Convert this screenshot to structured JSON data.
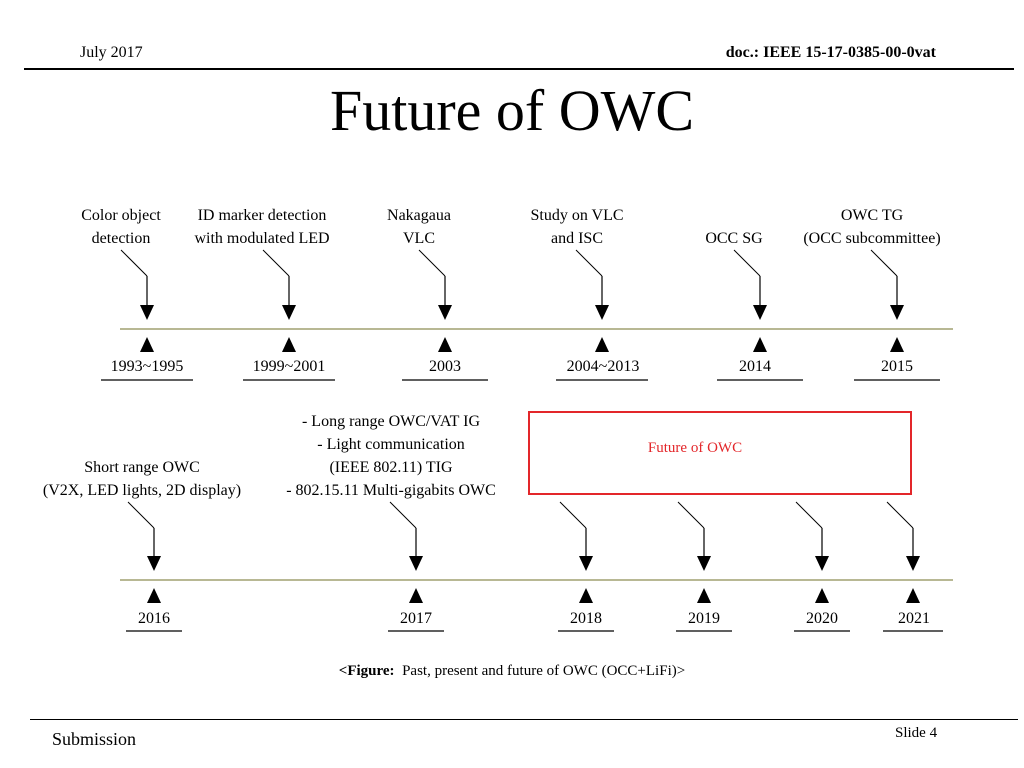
{
  "header": {
    "date": "July 2017",
    "doc": "doc.: IEEE 15-17-0385-00-0vat"
  },
  "title": "Future of OWC",
  "timeline1": {
    "events": [
      {
        "lines": [
          "Color object",
          "detection"
        ],
        "year": "1993~1995"
      },
      {
        "lines": [
          "ID marker detection",
          "with modulated LED"
        ],
        "year": "1999~2001"
      },
      {
        "lines": [
          "Nakagaua",
          "VLC"
        ],
        "year": "2003"
      },
      {
        "lines": [
          "Study on VLC",
          "and ISC"
        ],
        "year": "2004~2013"
      },
      {
        "lines": [
          "OCC SG"
        ],
        "year": "2014"
      },
      {
        "lines": [
          "OWC TG",
          "(OCC subcommittee)"
        ],
        "year": "2015"
      }
    ]
  },
  "timeline2": {
    "events": [
      {
        "lines": [
          "Short range OWC",
          "(V2X, LED lights, 2D display)"
        ],
        "year": "2016"
      },
      {
        "lines": [
          "- Long range OWC/VAT IG",
          "- Light communication",
          "(IEEE 802.11) TIG",
          "- 802.15.11 Multi-gigabits OWC"
        ],
        "year": "2017"
      },
      {
        "lines": [],
        "year": "2018"
      },
      {
        "lines": [],
        "year": "2019"
      },
      {
        "lines": [],
        "year": "2020"
      },
      {
        "lines": [],
        "year": "2021"
      }
    ],
    "future_label": "Future of OWC"
  },
  "colors": {
    "axis": "#a0a070",
    "future_border": "#e3262a",
    "future_text": "#e3262a"
  },
  "caption": {
    "bold": "<Figure:",
    "text": "Past, present and future of OWC (OCC+LiFi)>"
  },
  "footer": {
    "submission": "Submission",
    "slide": "Slide 4"
  }
}
